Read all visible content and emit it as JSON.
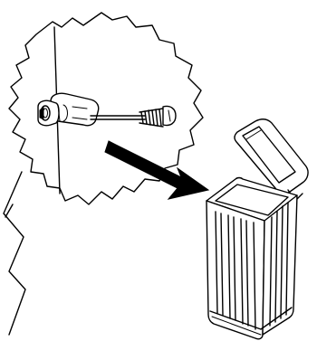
{
  "illustration": {
    "style": "black line art on white",
    "colors": {
      "ink": "#000000",
      "background": "#ffffff"
    },
    "elements": [
      "detail-bubble",
      "wall-anchor",
      "screw",
      "arrow",
      "trash-bin"
    ]
  }
}
